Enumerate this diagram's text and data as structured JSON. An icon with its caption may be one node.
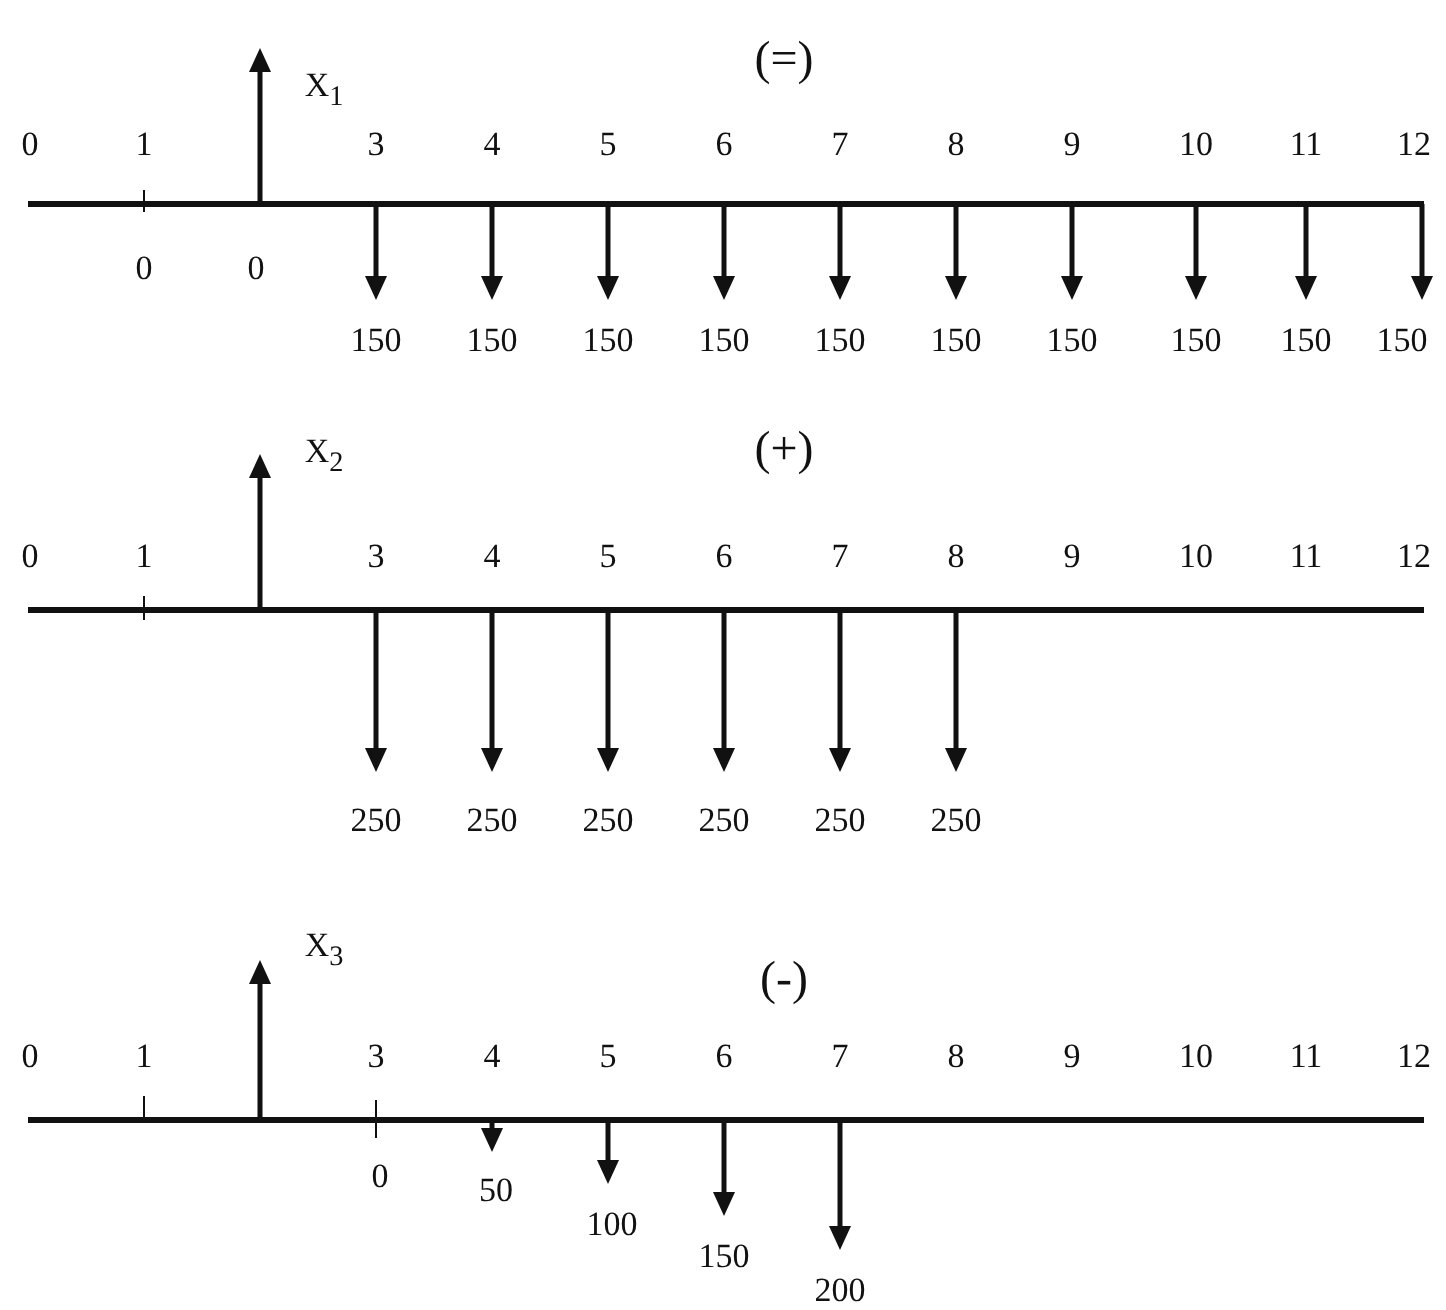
{
  "diagram": {
    "labels": [
      "(=)",
      "X$_{1}$",
      "0",
      "1",
      "3",
      "4",
      "5",
      "6",
      "7",
      "8",
      "9",
      "10",
      "11",
      "12",
      "0",
      "0",
      "150",
      "150",
      "150",
      "150",
      "150",
      "150",
      "150",
      "150",
      "150",
      "150",
      "X$_{2}$",
      "(+)",
      "0",
      "1",
      "3",
      "4",
      "5",
      "6",
      "7",
      "8",
      "9",
      "10",
      "11",
      "12",
      "250",
      "250",
      "250",
      "250",
      "250",
      "250",
      "X$_{3}$",
      "(-)",
      "0",
      "1",
      "3",
      "4",
      "5",
      "6",
      "7",
      "8",
      "9",
      "10",
      "11",
      "12",
      "0",
      "50",
      "100",
      "150",
      "200"
    ]
  }
}
